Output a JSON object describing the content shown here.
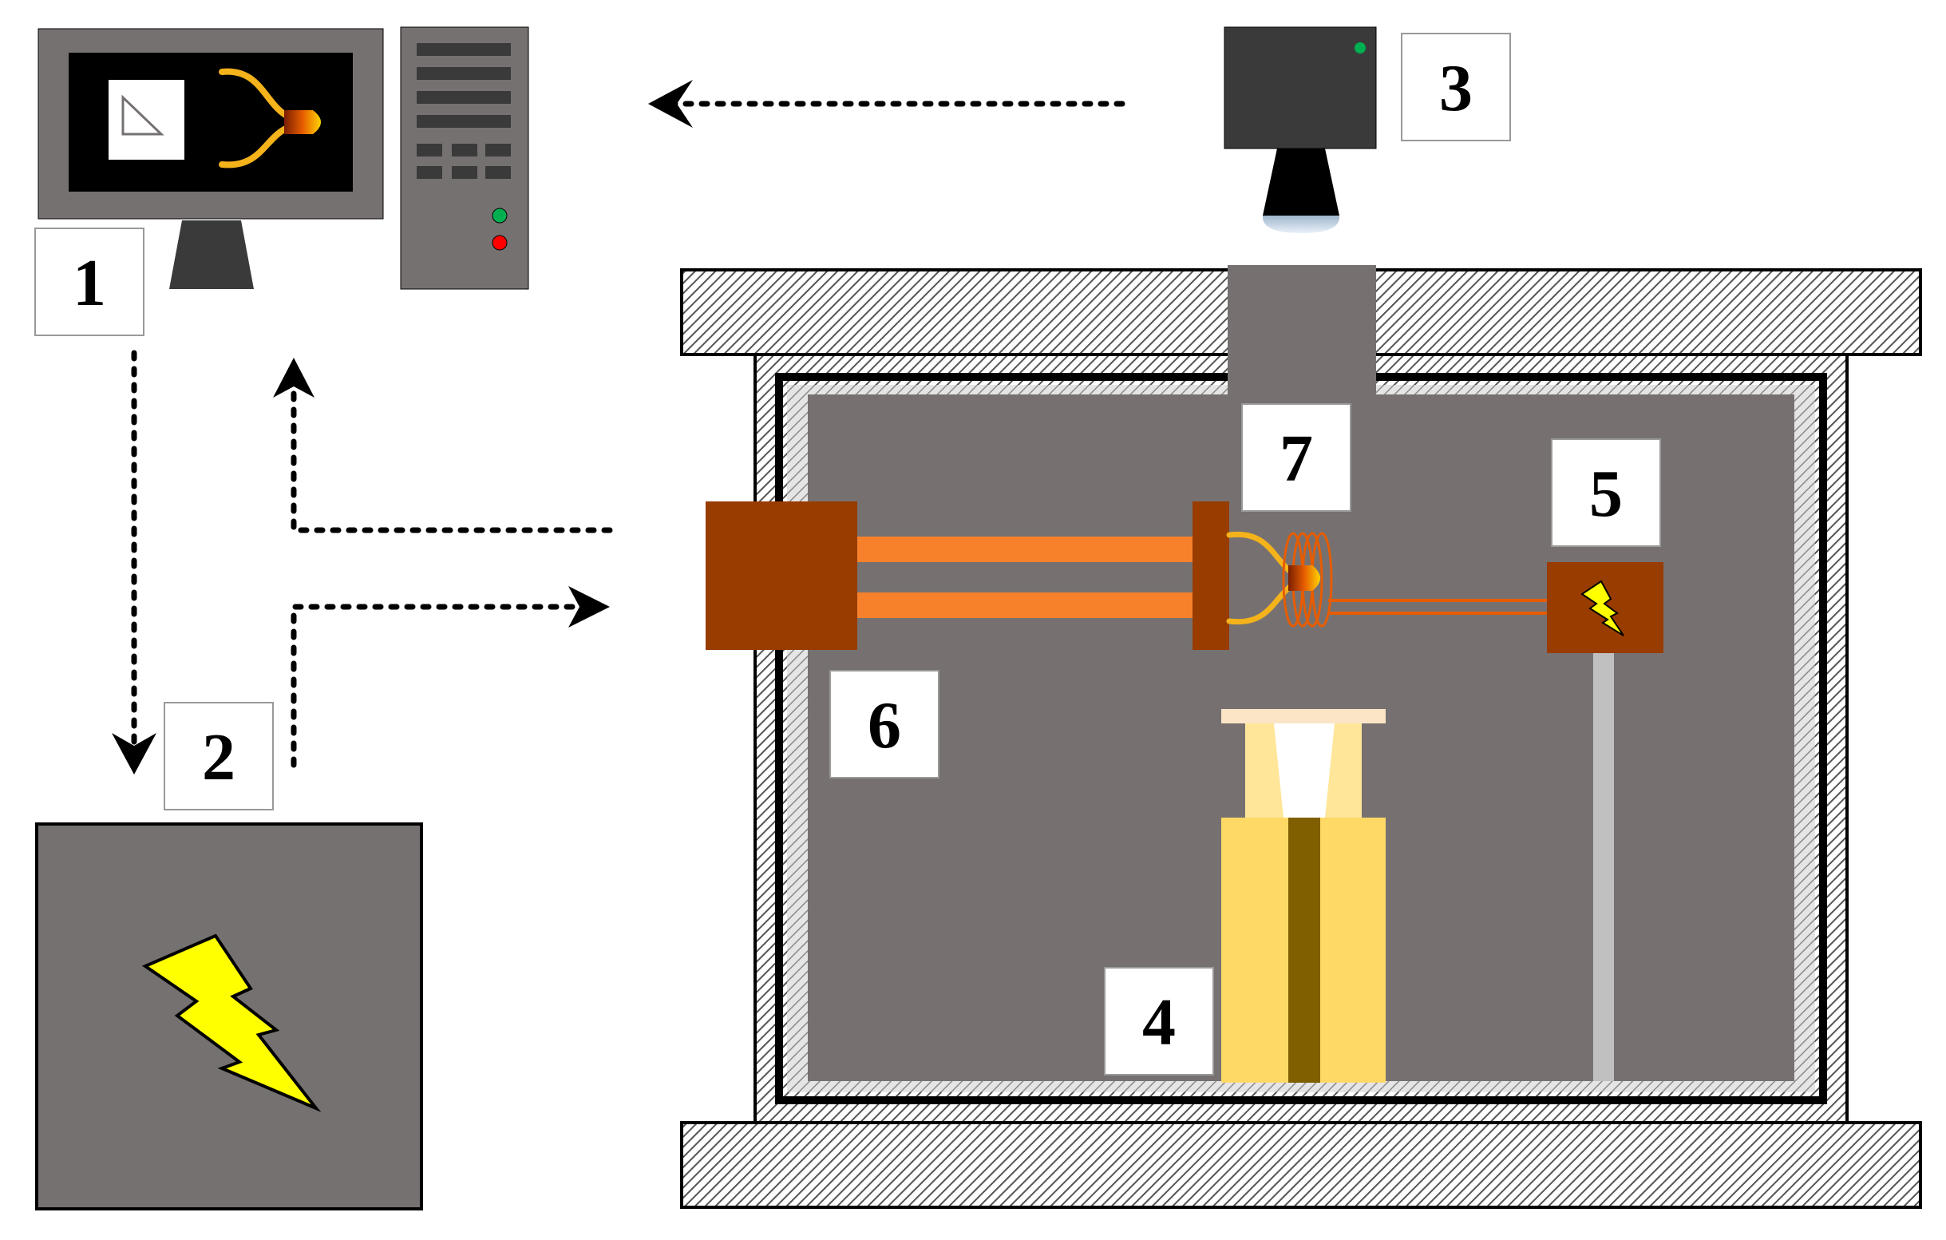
{
  "labels": {
    "computer": "1",
    "power_supply": "2",
    "camera": "3",
    "crucible_stand": "4",
    "electrode_holder": "5",
    "current_feedthrough": "6",
    "induction_coil": "7"
  },
  "colors": {
    "chamber_fill": "#767170",
    "device_gray": "#767171",
    "camera_body": "#3a3a3a",
    "copper_dark": "#983c00",
    "copper_light": "#f7812b",
    "melt_gold": "#f4b21b",
    "crucible_yellow": "#ffd966",
    "crucible_brown": "#7f5f00",
    "crucible_cream": "#ffe699",
    "bolt_yellow": "#ffff00",
    "rod_gray": "#c0c0c0",
    "led_green": "#00b050",
    "led_red": "#ff0000"
  },
  "icons": [
    "monitor-icon",
    "tower-pc-icon",
    "camera-icon",
    "lightning-bolt-icon",
    "arrow-icon"
  ]
}
